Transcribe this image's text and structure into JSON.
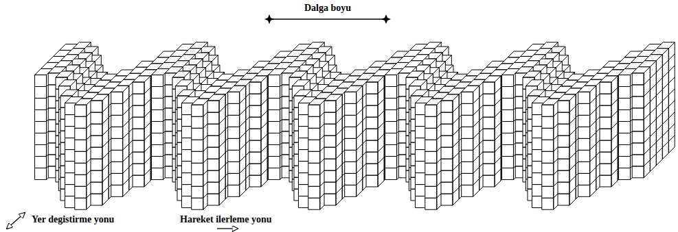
{
  "diagram": {
    "labels": [
      "Dalga boyu",
      "Yer degistirme yonu",
      "Hareket ilerleme yonu"
    ]
  }
}
